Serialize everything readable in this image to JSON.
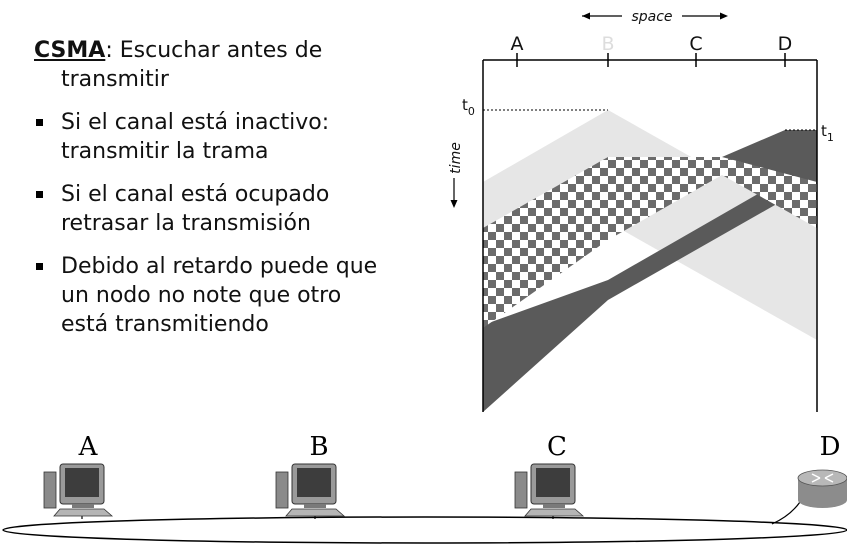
{
  "slide": {
    "heading_keyword": "CSMA",
    "heading_rest": ": Escuchar antes de",
    "heading_cont": "transmitir",
    "bullets": [
      {
        "line1": "Si el canal está inactivo:",
        "line2": "transmitir la trama"
      },
      {
        "line1": "Si el canal está ocupado",
        "line2": "retrasar la transmisión"
      },
      {
        "line1": "Debido al retardo puede que",
        "line2": "un nodo no note que otro",
        "line3": "está transmitiendo"
      }
    ]
  },
  "diagram": {
    "space_label": "space",
    "time_label": "time",
    "nodes": [
      "A",
      "B",
      "C",
      "D"
    ],
    "t0_label": "t",
    "t0_sub": "0",
    "t1_label": "t",
    "t1_sub": "1",
    "colors": {
      "light": "#e6e6e6",
      "dark": "#5a5a5a",
      "check_dark": "#6b6b6b"
    }
  },
  "network": {
    "hosts": [
      {
        "label": "A",
        "device": "computer-icon"
      },
      {
        "label": "B",
        "device": "computer-icon"
      },
      {
        "label": "C",
        "device": "computer-icon"
      },
      {
        "label": "D",
        "device": "router-icon"
      }
    ]
  }
}
